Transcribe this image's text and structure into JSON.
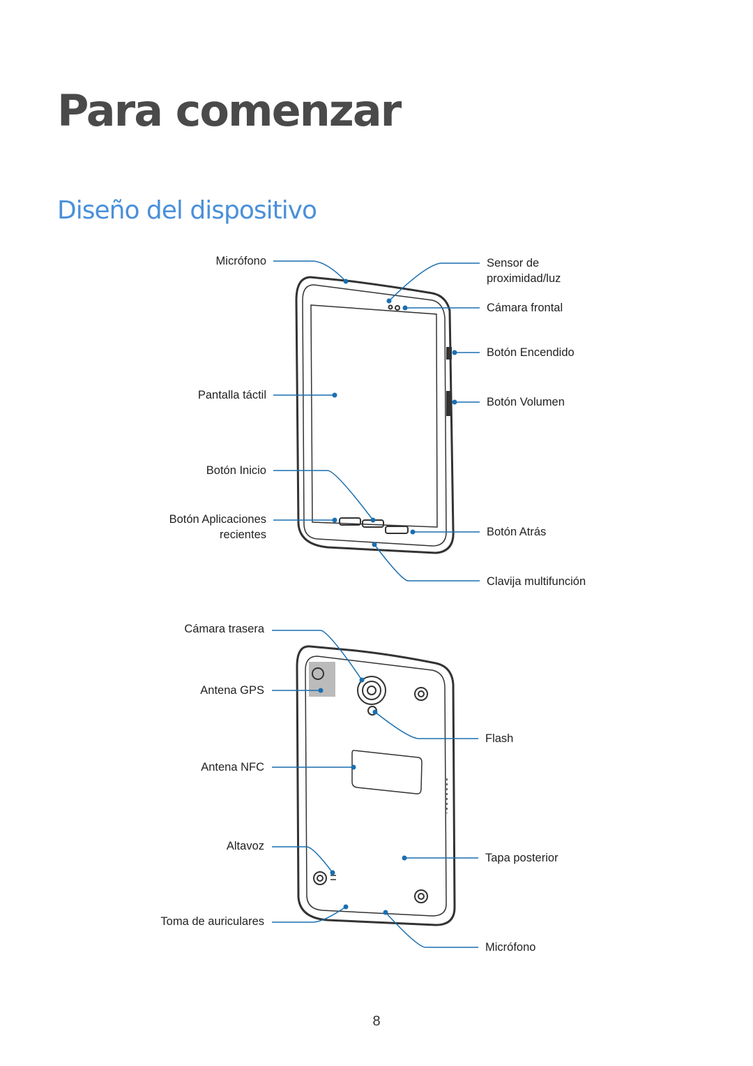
{
  "chapter": {
    "title": "Para comenzar"
  },
  "section": {
    "title": "Diseño del dispositivo"
  },
  "front_view": {
    "left_labels": {
      "microphone": "Micrófono",
      "touchscreen": "Pantalla táctil",
      "home_button": "Botón Inicio",
      "recent_apps_line1": "Botón Aplicaciones",
      "recent_apps_line2": "recientes"
    },
    "right_labels": {
      "sensor_line1": "Sensor de",
      "sensor_line2": "proximidad/luz",
      "front_camera": "Cámara frontal",
      "power_button": "Botón Encendido",
      "volume_button": "Botón Volumen",
      "back_button": "Botón Atrás",
      "multipurpose_jack": "Clavija multifunción"
    }
  },
  "back_view": {
    "left_labels": {
      "rear_camera": "Cámara trasera",
      "gps_antenna": "Antena GPS",
      "nfc_antenna": "Antena NFC",
      "speaker": "Altavoz",
      "headset_jack": "Toma de auriculares"
    },
    "right_labels": {
      "flash": "Flash",
      "back_cover": "Tapa posterior",
      "microphone": "Micrófono"
    }
  },
  "colors": {
    "callout": "#1a6fb0",
    "title": "#4a4a4a",
    "section": "#4a90d9"
  },
  "page": {
    "number": "8"
  }
}
